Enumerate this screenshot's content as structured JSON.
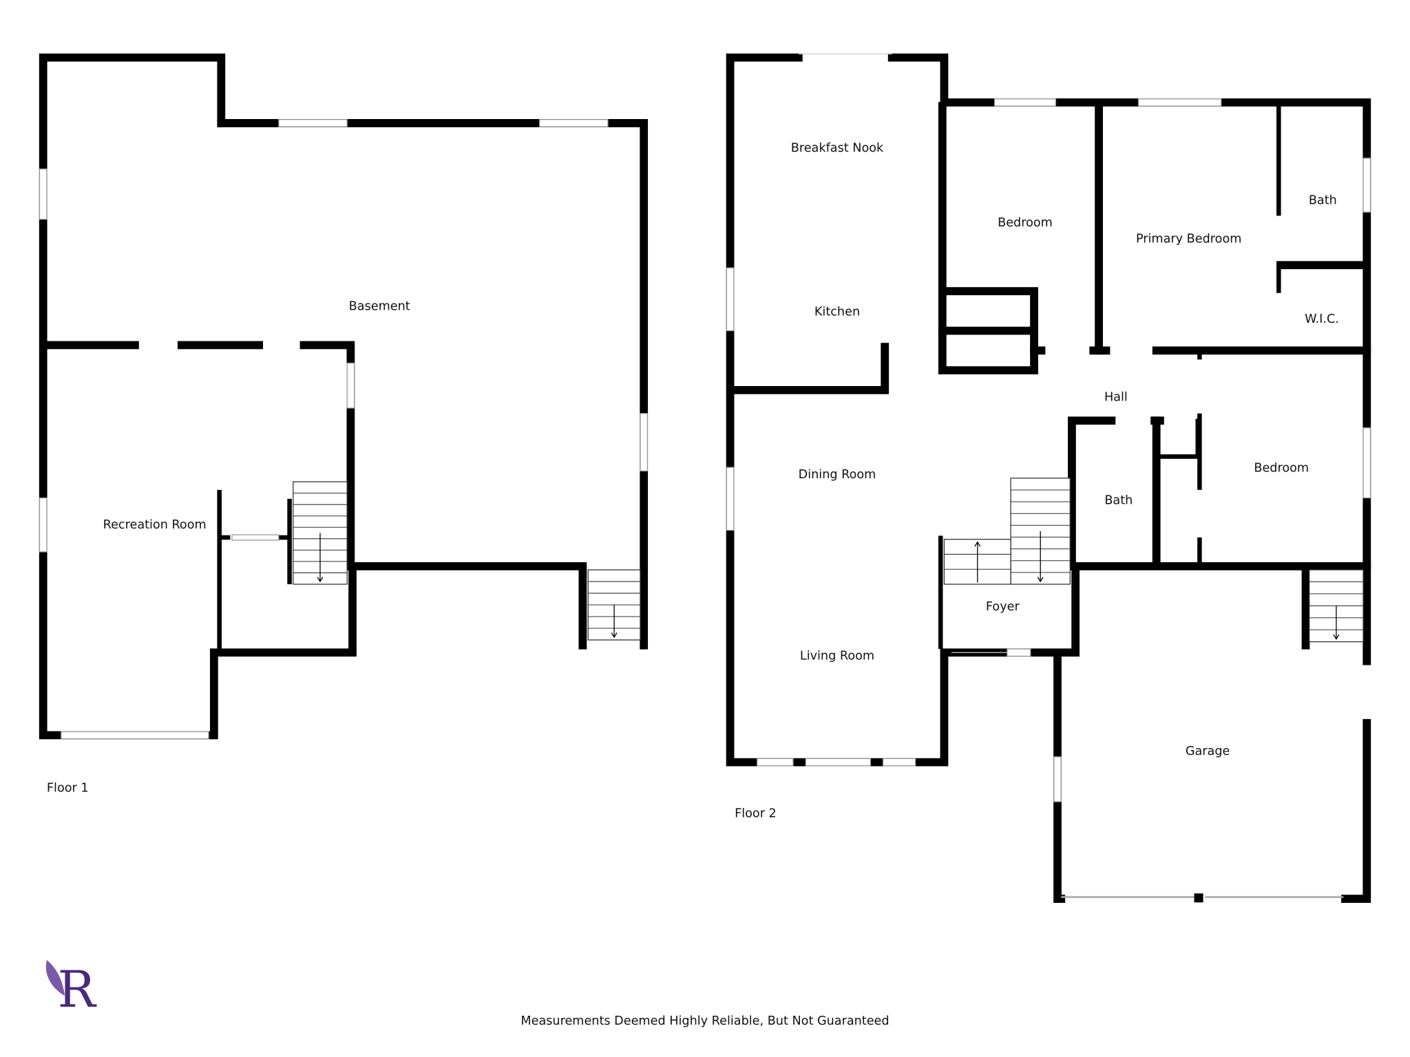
{
  "floor1": {
    "label": "Floor 1",
    "rooms": [
      "Basement",
      "Recreation Room"
    ]
  },
  "floor2": {
    "label": "Floor 2",
    "rooms": [
      "Breakfast Nook",
      "Kitchen",
      "Dining Room",
      "Living Room",
      "Bedroom",
      "Primary Bedroom",
      "Bath",
      "W.I.C.",
      "Hall",
      "Bath",
      "Bedroom",
      "Foyer",
      "Garage"
    ]
  },
  "logo": {
    "letter": "R",
    "color": "#4b2a7b"
  },
  "disclaimer": "Measurements Deemed Highly Reliable, But Not Guaranteed"
}
